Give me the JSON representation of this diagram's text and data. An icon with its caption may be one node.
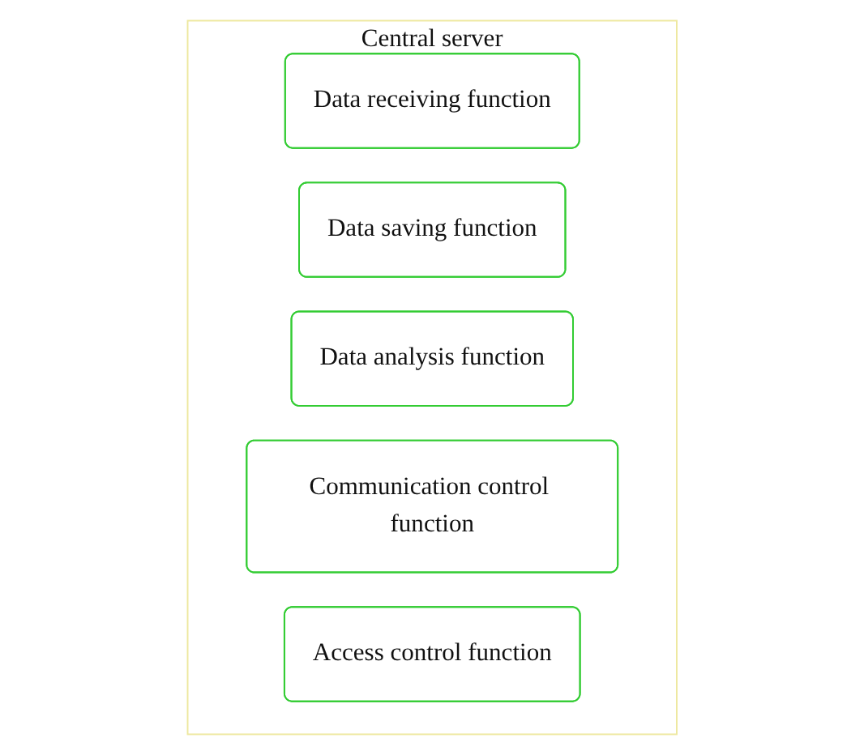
{
  "diagram": {
    "nodes": [
      {
        "text": [
          "Central server"
        ]
      },
      {
        "text": [
          "Data receiving function"
        ],
        "in": 0
      },
      {
        "text": [
          "Data saving function"
        ],
        "in": 0
      },
      {
        "text": [
          "Data analysis function"
        ],
        "in": 0
      },
      {
        "text": [
          "Communication control function"
        ],
        "in": 0
      },
      {
        "text": [
          "Access control function"
        ],
        "in": 0
      }
    ]
  }
}
